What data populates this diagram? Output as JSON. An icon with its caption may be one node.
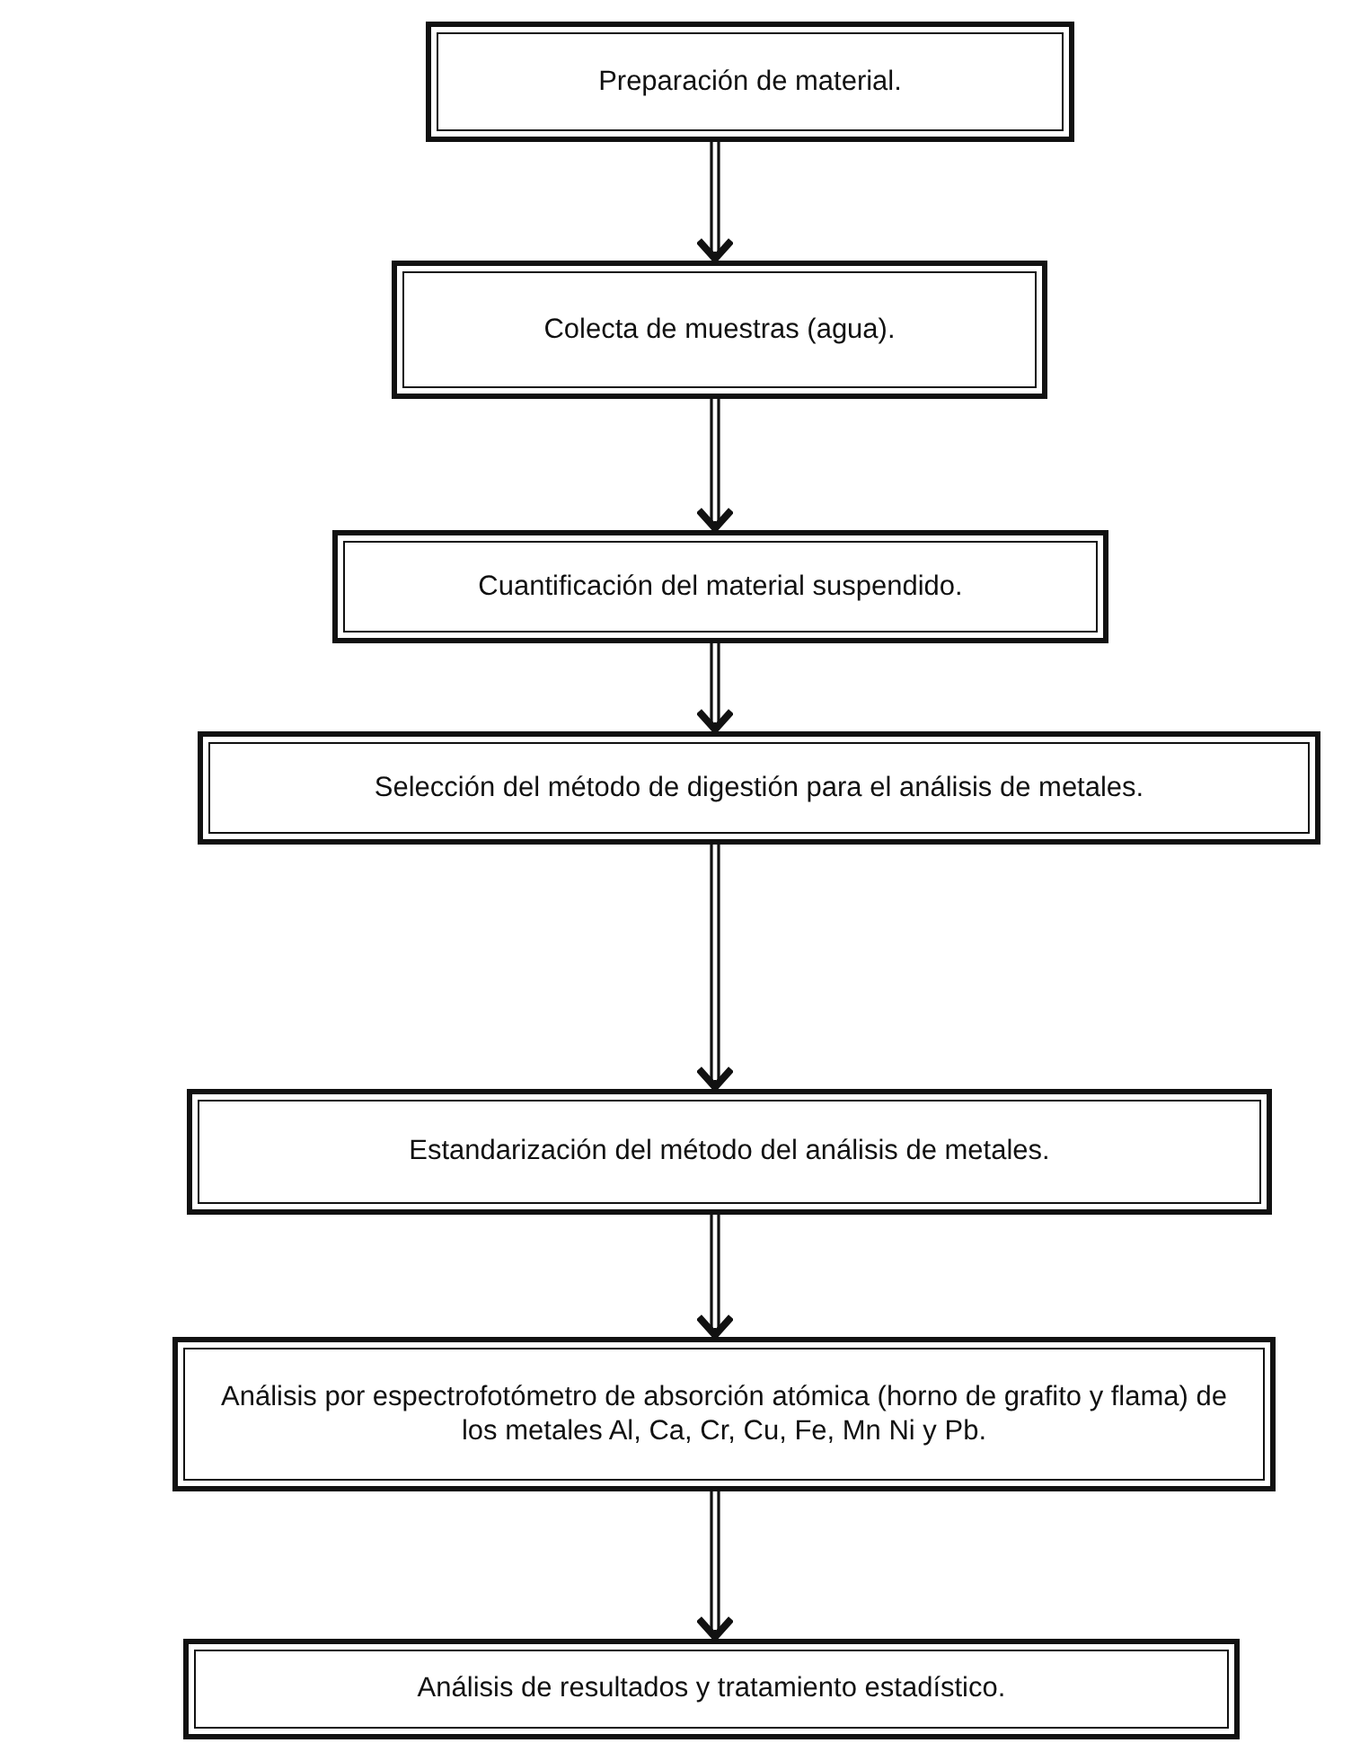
{
  "diagram": {
    "nodes": [
      {
        "text": [
          "Preparación de material."
        ]
      },
      {
        "text": [
          "Colecta de muestras (agua)."
        ]
      },
      {
        "text": [
          "Cuantificación del material suspendido."
        ]
      },
      {
        "text": [
          "Selección del método de digestión para el análisis de metales."
        ]
      },
      {
        "text": [
          "Estandarización del método del análisis de metales."
        ]
      },
      {
        "text": [
          "Análisis por espectrofotómetro de absorción atómica (horno de grafito y flama) de los metales Al, Ca, Cr, Cu, Fe, Mn Ni y Pb."
        ]
      },
      {
        "text": [
          "Análisis de resultados y tratamiento estadístico."
        ]
      }
    ],
    "edges": [
      {
        "from": 0,
        "to": 1,
        "arrow": "to"
      },
      {
        "from": 1,
        "to": 2,
        "arrow": "to"
      },
      {
        "from": 2,
        "to": 3,
        "arrow": "to"
      },
      {
        "from": 3,
        "to": 4,
        "arrow": "to"
      },
      {
        "from": 4,
        "to": 5,
        "arrow": "to"
      },
      {
        "from": 5,
        "to": 6,
        "arrow": "to"
      }
    ]
  }
}
